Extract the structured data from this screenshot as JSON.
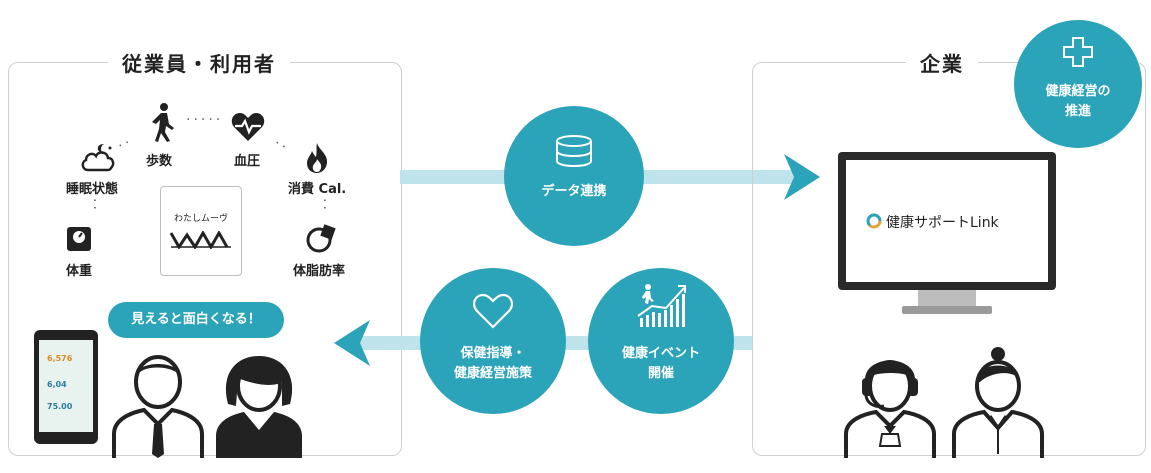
{
  "left_panel": {
    "title": "従業員・利用者",
    "metrics": {
      "steps": "歩数",
      "blood_pressure": "血圧",
      "sleep": "睡眠状態",
      "calories": "消費 Cal.",
      "weight": "体重",
      "body_fat": "体脂肪率"
    },
    "app_logo_text": "わたしムーヴ",
    "callout": "見えると面白くなる！"
  },
  "right_panel": {
    "title": "企業",
    "badge": [
      "健康経営の",
      "推進"
    ],
    "monitor_brand": "健康サポートLink"
  },
  "flow": {
    "data_link": "データ連携",
    "guidance": [
      "保健指導・",
      "健康経営施策"
    ],
    "event": [
      "健康イベント",
      "開催"
    ]
  },
  "phone": {
    "values": [
      "6,576",
      "6,04",
      "75.00"
    ]
  },
  "colors": {
    "accent": "#2ba3b8",
    "band": "#bfe3ea",
    "border": "#cfcfcf"
  }
}
